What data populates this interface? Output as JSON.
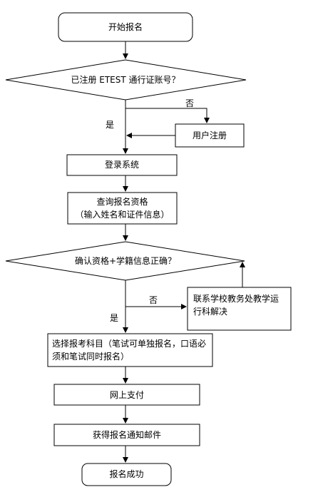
{
  "flowchart": {
    "start": "开始报名",
    "decision_registered": "已注册 ETEST 通行证账号？",
    "no_label_1": "否",
    "user_register": "用户注册",
    "yes_label_1": "是",
    "login": "登录系统",
    "query_line1": "查询报名资格",
    "query_line2": "（输入姓名和证件信息）",
    "decision_confirm": "确认资格+学籍信息正确？",
    "no_label_2": "否",
    "contact_school": "联系学校教务处教学运行科解决",
    "yes_label_2": "是",
    "select_subject": "选择报考科目（笔试可单独报名，口语必须和笔试同时报名）",
    "pay_online": "网上支付",
    "get_email": "获得报名通知邮件",
    "success": "报名成功"
  }
}
